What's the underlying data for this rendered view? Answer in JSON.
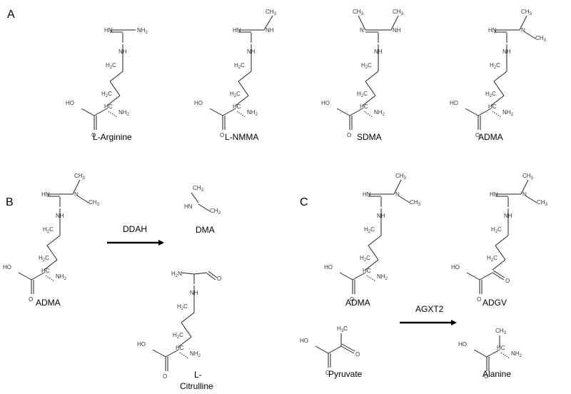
{
  "panels": {
    "a": {
      "letter": "A",
      "compounds": [
        "L-Arginine",
        "L-NMMA",
        "SDMA",
        "ADMA"
      ]
    },
    "b": {
      "letter": "B",
      "substrate": "ADMA",
      "enzyme": "DDAH",
      "product_1": "DMA",
      "product_2_line1": "L-",
      "product_2_line2": "Citrulline"
    },
    "c": {
      "letter": "C",
      "substrate_1": "ADMA",
      "substrate_2": "Pyruvate",
      "enzyme": "AGXT2",
      "product_1": "ADGV",
      "product_2": "Alanine"
    }
  },
  "atom_labels": {
    "hn": "HN",
    "nh": "NH",
    "nh2": "NH",
    "n": "N",
    "ch3": "CH",
    "ch2": "CH",
    "h2c": "H",
    "h3c": "H",
    "hc": "HC",
    "ho": "HO",
    "o": "O",
    "h2n": "H",
    "h2n_n": "N",
    "sub_2": "2",
    "sub_3": "3",
    "c_letter": "C"
  }
}
